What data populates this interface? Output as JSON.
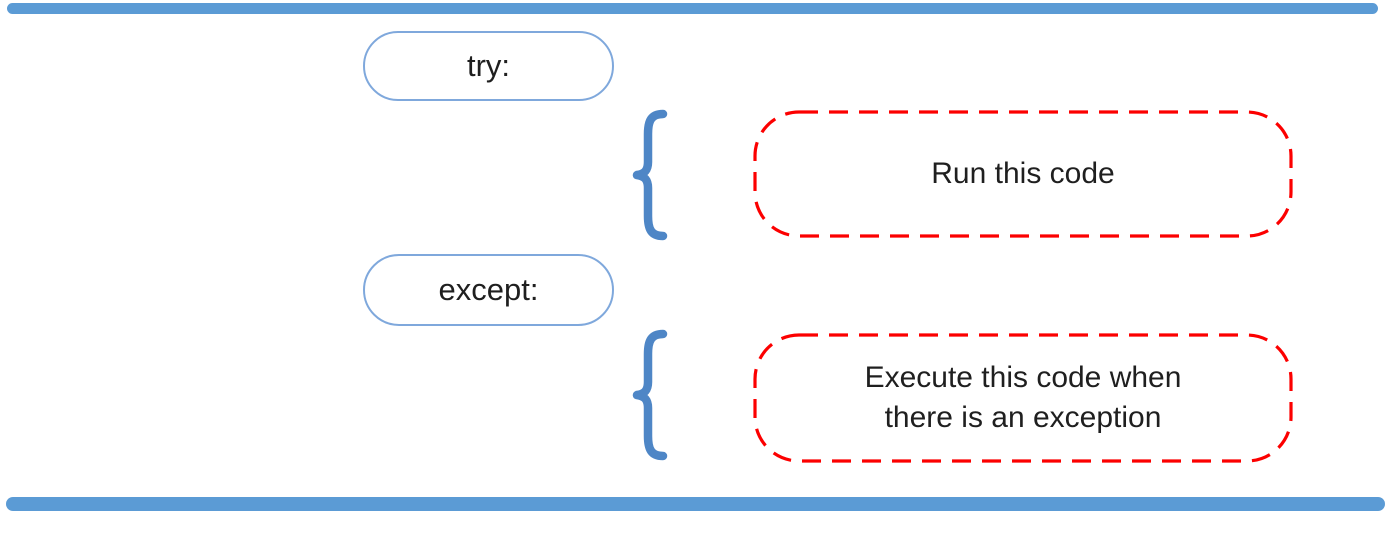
{
  "colors": {
    "bar_blue": "#5B9BD5",
    "brace_blue": "#4E86C6",
    "pill_border_blue": "#7FA8DC",
    "dashed_red": "#FC0000",
    "text_dark": "#1F1F1F",
    "background": "#FFFFFF"
  },
  "diagram": {
    "try_label": "try:",
    "run_box_label": "Run this code",
    "except_label": "except:",
    "exception_box_line1": "Execute this code when",
    "exception_box_line2": "there is an exception"
  }
}
